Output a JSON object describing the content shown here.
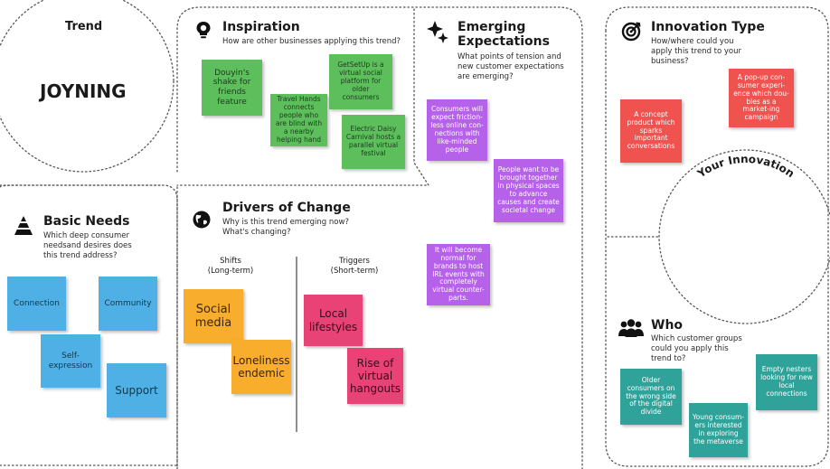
{
  "trend": {
    "label": "Trend",
    "name": "JOYNING"
  },
  "inspiration": {
    "title": "Inspiration",
    "question": "How are other businesses applying this trend?",
    "notes": [
      "Douyin's shake for friends feature",
      "Travel Hands connects people who are blind with a nearby helping hand",
      "GetSetUp is a virtual social platform for older consumers",
      "Electric Daisy Carnival hosts a parallel virtual festival"
    ]
  },
  "emerging": {
    "title_line1": "Emerging",
    "title_line2": "Expectations",
    "question": "What points of tension and new customer expectations are emerging?",
    "notes": [
      "Consumers will expect friction-less online con-nections with like-minded people",
      "People want to be brought together in physical spaces to advance causes and create societal change",
      "It will become normal for brands to host IRL events with completely virtual counter-parts."
    ]
  },
  "innovation_type": {
    "title": "Innovation Type",
    "question": "How/where could you apply this trend to your business?",
    "notes": [
      "A concept product which sparks important conversations",
      "A pop-up con-sumer experi-ence which dou-bles as a market-ing campaign"
    ]
  },
  "your_innovation": {
    "label": "Your Innovation"
  },
  "basic_needs": {
    "title": "Basic Needs",
    "question": "Which deep consumer needsand desires does this trend address?",
    "notes": [
      "Connection",
      "Community",
      "Self-expression",
      "Support"
    ]
  },
  "drivers": {
    "title": "Drivers of Change",
    "question": "Why is this trend emerging now? What's changing?",
    "shifts_label": "Shifts",
    "shifts_sub": "(Long-term)",
    "triggers_label": "Triggers",
    "triggers_sub": "(Short-term)",
    "shifts": [
      "Social media",
      "Loneliness endemic"
    ],
    "triggers": [
      "Local lifestyles",
      "Rise of virtual hangouts"
    ]
  },
  "who": {
    "title": "Who",
    "question": "Which customer groups could you apply this trend to?",
    "notes": [
      "Older consumers on the wrong side of the digital divide",
      "Young consum-ers interested in exploring the metaverse",
      "Empty nesters looking for new local connections"
    ]
  },
  "colors": {
    "green": "#5cbf5c",
    "purple": "#b561ea",
    "red": "#f0524f",
    "teal": "#2fa39a",
    "blue": "#4fb0e6",
    "orange": "#f8ad2c",
    "pink": "#e84277"
  },
  "icons": {
    "inspiration": "lightbulb-icon",
    "emerging": "sparkle-icon",
    "innovation_type": "target-icon",
    "basic_needs": "pyramid-icon",
    "drivers": "globe-icon",
    "who": "people-icon"
  }
}
